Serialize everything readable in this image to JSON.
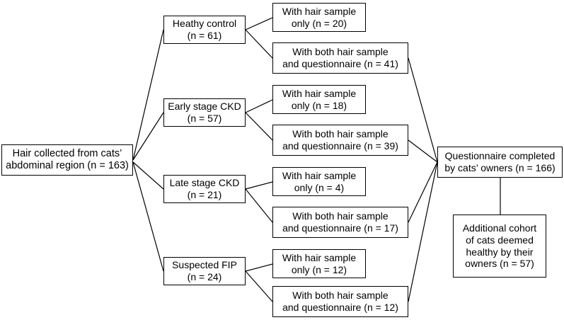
{
  "diagram": {
    "title": "Study recruitment flow diagram",
    "stroke_color": "#000000",
    "background_color": "#ffffff",
    "text_color": "#000000"
  },
  "nodes": {
    "root": {
      "id": "hair-collected",
      "label": "Hair collected from cats’\nabdominal region (n = 163)",
      "n": 163
    },
    "groups": [
      {
        "id": "healthy-control",
        "label": "Heathy control\n(n = 61)",
        "n": 61
      },
      {
        "id": "early-stage-ckd",
        "label": "Early stage CKD\n(n = 57)",
        "n": 57
      },
      {
        "id": "late-stage-ckd",
        "label": "Late stage CKD\n(n = 21)",
        "n": 21
      },
      {
        "id": "suspected-fip",
        "label": "Suspected FIP\n(n = 24)",
        "n": 24
      }
    ],
    "hair_only": [
      {
        "id": "hair-only-healthy",
        "label": "With hair sample\nonly (n =  20)",
        "n": 20
      },
      {
        "id": "hair-only-early-ckd",
        "label": "With hair sample\nonly (n =  18)",
        "n": 18
      },
      {
        "id": "hair-only-late-ckd",
        "label": "With hair sample\nonly (n =  4)",
        "n": 4
      },
      {
        "id": "hair-only-fip",
        "label": "With hair sample\nonly (n =  12)",
        "n": 12
      }
    ],
    "hair_and_questionnaire": [
      {
        "id": "both-healthy",
        "label": "With both hair sample\nand questionnaire (n = 41)",
        "n": 41
      },
      {
        "id": "both-early-ckd",
        "label": "With both hair sample\nand questionnaire (n = 39)",
        "n": 39
      },
      {
        "id": "both-late-ckd",
        "label": "With both hair sample\nand questionnaire (n = 17)",
        "n": 17
      },
      {
        "id": "both-fip",
        "label": "With both hair sample\nand questionnaire (n = 12)",
        "n": 12
      }
    ],
    "questionnaire_completed": {
      "id": "questionnaire-completed",
      "label": "Questionnaire completed\nby cats’ owners (n = 166)",
      "n": 166
    },
    "additional_cohort": {
      "id": "additional-cohort",
      "label": "Additional cohort\nof cats deemed\nhealthy by their\nowners (n = 57)",
      "n": 57
    }
  }
}
